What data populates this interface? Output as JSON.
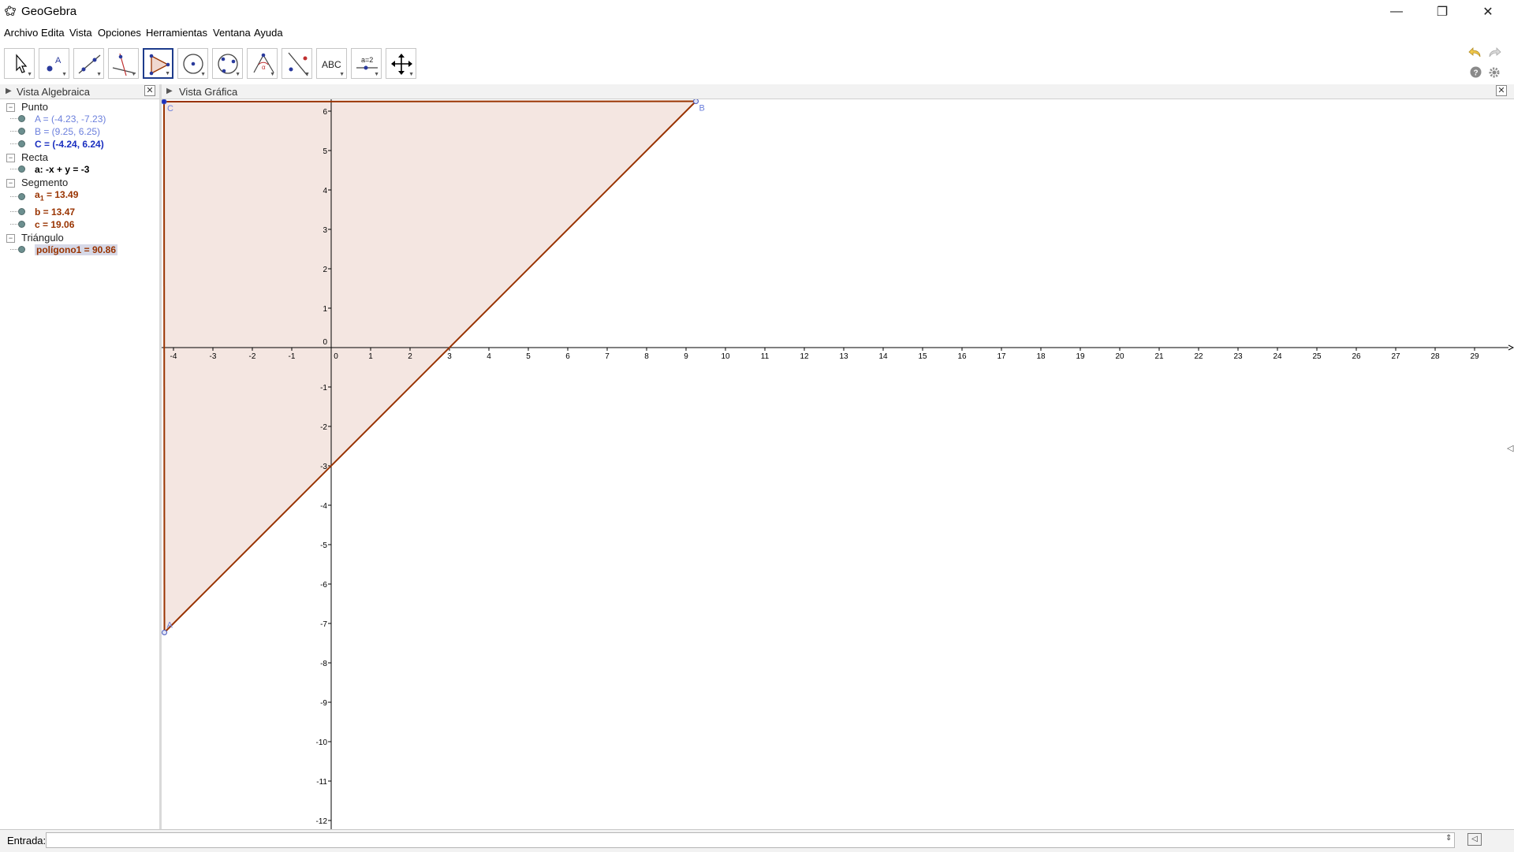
{
  "window": {
    "title": "GeoGebra",
    "controls": {
      "minimize": "—",
      "maximize": "❐",
      "close": "✕"
    }
  },
  "menu": [
    "Archivo",
    "Edita",
    "Vista",
    "Opciones",
    "Herramientas",
    "Ventana",
    "Ayuda"
  ],
  "toolbar": {
    "tools": [
      "move-tool",
      "point-tool",
      "line-tool",
      "perpendicular-tool",
      "polygon-tool",
      "circle-tool",
      "conic-tool",
      "angle-tool",
      "reflect-tool",
      "text-tool",
      "slider-tool",
      "move-graphics-tool"
    ],
    "text_tool_label": "ABC",
    "slider_tool_label": "a=2",
    "selected_tool": "polygon-tool"
  },
  "algebra": {
    "title": "Vista Algebraica",
    "groups": [
      {
        "name": "Punto",
        "items": [
          {
            "label": "A = (-4.23, -7.23)",
            "color": "#6b7fdc"
          },
          {
            "label": "B = (9.25, 6.25)",
            "color": "#6b7fdc"
          },
          {
            "label": "C = (-4.24, 6.24)",
            "color": "#1a2fc0"
          }
        ]
      },
      {
        "name": "Recta",
        "items": [
          {
            "label": "a: -x + y = -3",
            "color": "#000000"
          }
        ]
      },
      {
        "name": "Segmento",
        "items": [
          {
            "label_main": "a",
            "label_sub": "1",
            "label_rest": " = 13.49",
            "color": "#993300"
          },
          {
            "label": "b = 13.47",
            "color": "#993300"
          },
          {
            "label": "c = 19.06",
            "color": "#993300"
          }
        ]
      },
      {
        "name": "Triángulo",
        "items": [
          {
            "label": "polígono1 = 90.86",
            "color": "#993300"
          }
        ]
      }
    ]
  },
  "graphics": {
    "title": "Vista Gráfica",
    "points": {
      "A": [
        -4.23,
        -7.23
      ],
      "B": [
        9.25,
        6.25
      ],
      "C": [
        -4.24,
        6.24
      ]
    },
    "point_labels": {
      "A": "A",
      "B": "B",
      "C": "C"
    },
    "x_ticks": [
      -4,
      -3,
      -2,
      -1,
      0,
      1,
      2,
      3,
      4,
      5,
      6,
      7,
      8,
      9,
      10,
      11,
      12,
      13,
      14,
      15,
      16,
      17,
      18,
      19,
      20,
      21,
      22,
      23,
      24,
      25,
      26,
      27,
      28,
      29
    ],
    "y_ticks": [
      6,
      5,
      4,
      3,
      2,
      1,
      0,
      -1,
      -2,
      -3,
      -4,
      -5,
      -6,
      -7,
      -8,
      -9,
      -10,
      -11,
      -12
    ],
    "polygon_fill": "#f4e6e1",
    "polygon_stroke": "#993300",
    "point_color": "#4a5bbd"
  },
  "input": {
    "label": "Entrada:",
    "value": ""
  }
}
